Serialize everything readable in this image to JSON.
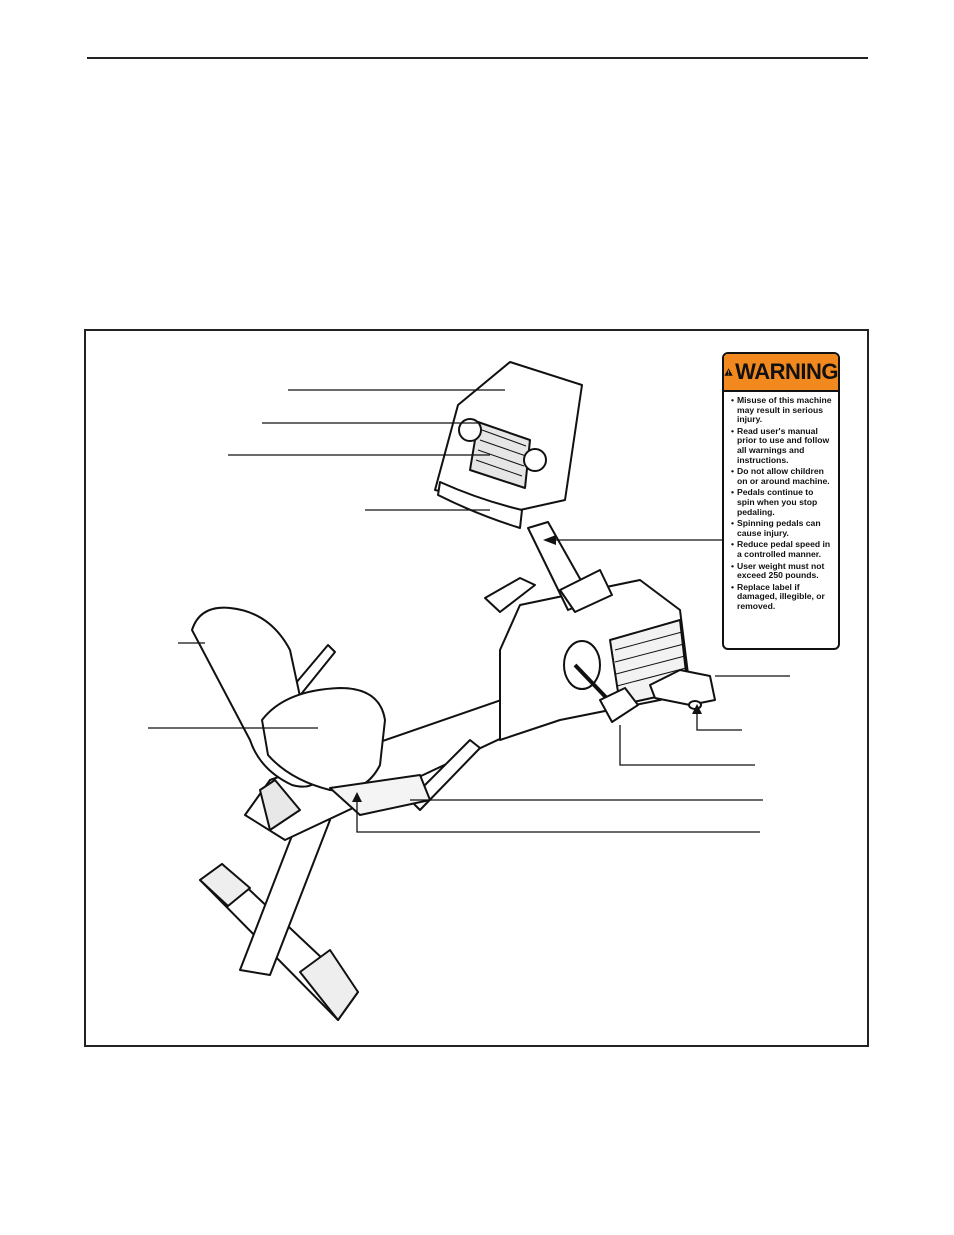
{
  "warning_label": {
    "title": "WARNING",
    "icon": "exclamation-triangle-icon",
    "accent_color": "#f2891f",
    "items": [
      "Misuse of this machine may result in serious injury.",
      "Read user's manual prior to use and follow all warnings and instructions.",
      "Do not allow children on or around machine.",
      "Pedals continue to spin when you stop pedaling.",
      "Spinning pedals can cause injury.",
      "Reduce pedal speed in a controlled manner.",
      "User weight must not exceed 250 pounds.",
      "Replace label if damaged, illegible, or removed."
    ]
  }
}
